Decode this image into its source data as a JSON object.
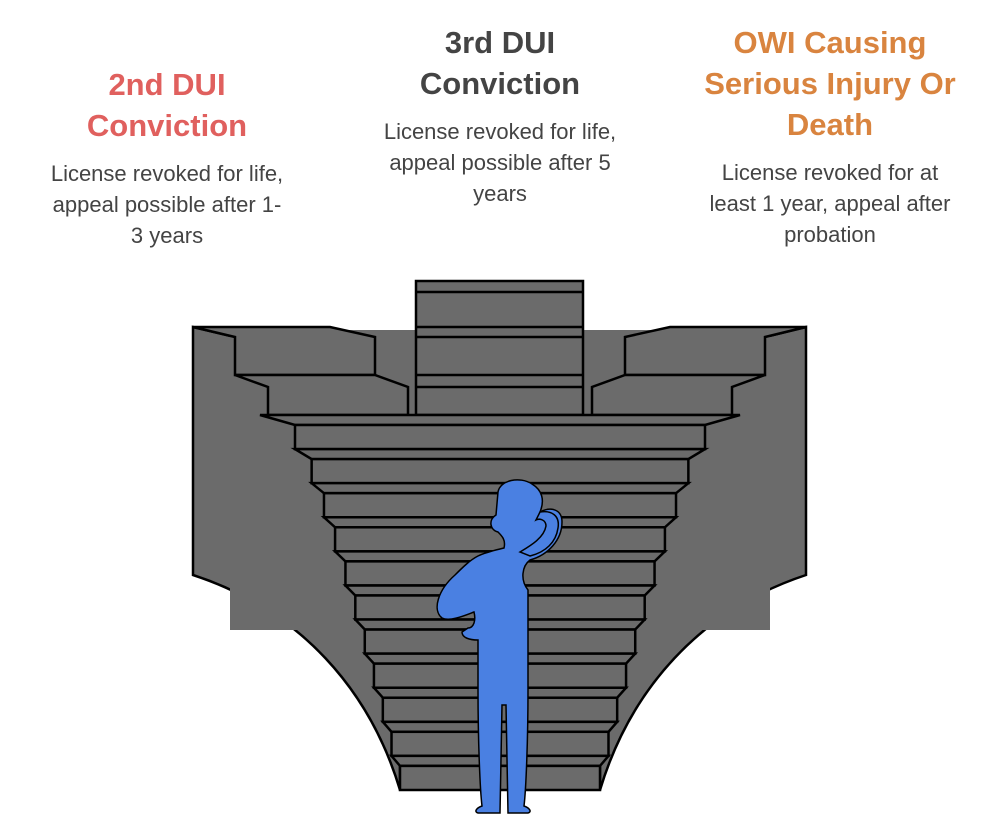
{
  "colors": {
    "red": "#e0605e",
    "dark": "#444444",
    "orange": "#d9843f",
    "stair": "#6b6b6b",
    "person": "#4a80e2"
  },
  "columns": [
    {
      "title_lines": [
        "2nd DUI",
        "Conviction"
      ],
      "desc_lines": [
        "License revoked for life,",
        "appeal possible after 1-",
        "3 years"
      ]
    },
    {
      "title_lines": [
        "3rd DUI",
        "Conviction"
      ],
      "desc_lines": [
        "License revoked for life,",
        "appeal possible after 5",
        "years"
      ]
    },
    {
      "title_lines": [
        "OWI Causing",
        "Serious Injury Or",
        "Death"
      ],
      "desc_lines": [
        "License revoked for at",
        "least 1 year, appeal after",
        "probation"
      ]
    }
  ]
}
